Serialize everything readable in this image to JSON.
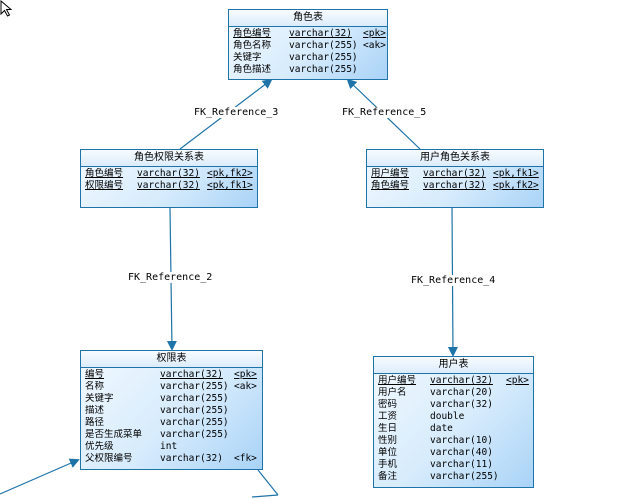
{
  "entities": {
    "role": {
      "title": "角色表",
      "rows": [
        {
          "name": "角色编号",
          "type": "varchar(32)",
          "tag": "<pk>"
        },
        {
          "name": "角色名称",
          "type": "varchar(255)",
          "tag": "<ak>"
        },
        {
          "name": "关键字",
          "type": "varchar(255)",
          "tag": ""
        },
        {
          "name": "角色描述",
          "type": "varchar(255)",
          "tag": ""
        }
      ]
    },
    "role_permission": {
      "title": "角色权限关系表",
      "rows": [
        {
          "name": "角色编号",
          "type": "varchar(32)",
          "tag": "<pk,fk2>"
        },
        {
          "name": "权限编号",
          "type": "varchar(32)",
          "tag": "<pk,fk1>"
        }
      ]
    },
    "user_role": {
      "title": "用户角色关系表",
      "rows": [
        {
          "name": "用户编号",
          "type": "varchar(32)",
          "tag": "<pk,fk1>"
        },
        {
          "name": "角色编号",
          "type": "varchar(32)",
          "tag": "<pk,fk2>"
        }
      ]
    },
    "permission": {
      "title": "权限表",
      "rows": [
        {
          "name": "编号",
          "type": "varchar(32)",
          "tag": "<pk>"
        },
        {
          "name": "名称",
          "type": "varchar(255)",
          "tag": "<ak>"
        },
        {
          "name": "关键字",
          "type": "varchar(255)",
          "tag": ""
        },
        {
          "name": "描述",
          "type": "varchar(255)",
          "tag": ""
        },
        {
          "name": "路径",
          "type": "varchar(255)",
          "tag": ""
        },
        {
          "name": "是否生成菜单",
          "type": "varchar(255)",
          "tag": ""
        },
        {
          "name": "优先级",
          "type": "int",
          "tag": ""
        },
        {
          "name": "父权限编号",
          "type": "varchar(32)",
          "tag": "<fk>"
        }
      ]
    },
    "user": {
      "title": "用户表",
      "rows": [
        {
          "name": "用户编号",
          "type": "varchar(32)",
          "tag": "<pk>"
        },
        {
          "name": "用户名",
          "type": "varchar(20)",
          "tag": ""
        },
        {
          "name": "密码",
          "type": "varchar(32)",
          "tag": ""
        },
        {
          "name": "工资",
          "type": "double",
          "tag": ""
        },
        {
          "name": "生日",
          "type": "date",
          "tag": ""
        },
        {
          "name": "性别",
          "type": "varchar(10)",
          "tag": ""
        },
        {
          "name": "单位",
          "type": "varchar(40)",
          "tag": ""
        },
        {
          "name": "手机",
          "type": "varchar(11)",
          "tag": ""
        },
        {
          "name": "备注",
          "type": "varchar(255)",
          "tag": ""
        }
      ]
    }
  },
  "references": [
    {
      "label": "FK_Reference_3"
    },
    {
      "label": "FK_Reference_5"
    },
    {
      "label": "FK_Reference_2"
    },
    {
      "label": "FK_Reference_4"
    }
  ],
  "colors": {
    "line": "#1e73a8",
    "box_border": "#1e73a8",
    "box_fill_light": "#f2f9ff",
    "box_fill_dark": "#a9d3f7"
  },
  "icons": {
    "cursor": "arrow-cursor-icon"
  }
}
